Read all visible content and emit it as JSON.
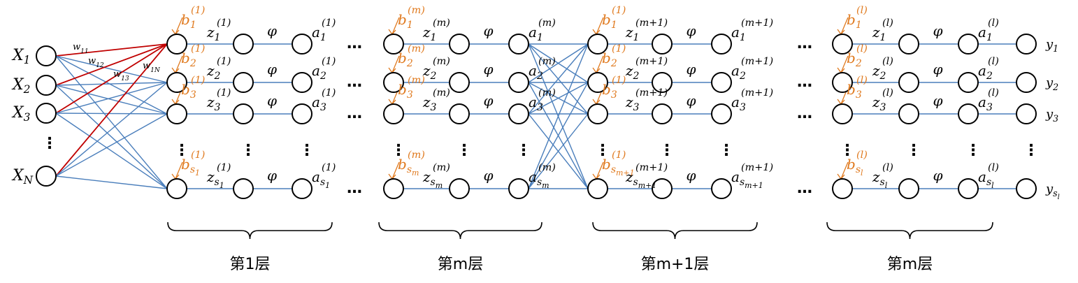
{
  "input_labels": [
    {
      "base": "X",
      "sub": "1"
    },
    {
      "base": "X",
      "sub": "2"
    },
    {
      "base": "X",
      "sub": "3"
    },
    {
      "base": "X",
      "sub": "N"
    }
  ],
  "weight_labels": [
    "w",
    "w",
    "w",
    "w"
  ],
  "weight_subs": [
    "11",
    "12",
    "13",
    "1N"
  ],
  "activation": "φ",
  "layers": [
    {
      "sup": "(1)",
      "bias": [
        {
          "sub": "1"
        },
        {
          "sub": "2"
        },
        {
          "sub": "3"
        },
        {
          "sub": "s",
          "subsub": "1"
        }
      ],
      "z": [
        {
          "sub": "1"
        },
        {
          "sub": "2"
        },
        {
          "sub": "3"
        },
        {
          "sub": "s",
          "subsub": "1"
        }
      ],
      "a": [
        {
          "sub": "1"
        },
        {
          "sub": "2"
        },
        {
          "sub": "3"
        },
        {
          "sub": "s",
          "subsub": "1"
        }
      ]
    },
    {
      "sup": "(m)",
      "bias": [
        {
          "sub": "1"
        },
        {
          "sub": "2"
        },
        {
          "sub": "3"
        },
        {
          "sub": "s",
          "subsub": "m"
        }
      ],
      "z": [
        {
          "sub": "1"
        },
        {
          "sub": "2"
        },
        {
          "sub": "3"
        },
        {
          "sub": "s",
          "subsub": "m"
        }
      ],
      "a": [
        {
          "sub": "1"
        },
        {
          "sub": "2"
        },
        {
          "sub": "3"
        },
        {
          "sub": "s",
          "subsub": "m"
        }
      ]
    },
    {
      "sup": "(m+1)",
      "bias_sup": "(1)",
      "bias": [
        {
          "sub": "1"
        },
        {
          "sub": "2"
        },
        {
          "sub": "3"
        },
        {
          "sub": "s",
          "subsub": "m+1"
        }
      ],
      "z": [
        {
          "sub": "1"
        },
        {
          "sub": "2"
        },
        {
          "sub": "3"
        },
        {
          "sub": "s",
          "subsub": "m+1"
        }
      ],
      "a": [
        {
          "sub": "1"
        },
        {
          "sub": "2"
        },
        {
          "sub": "3"
        },
        {
          "sub": "s",
          "subsub": "m+1"
        }
      ]
    },
    {
      "sup": "(l)",
      "bias": [
        {
          "sub": "1"
        },
        {
          "sub": "2"
        },
        {
          "sub": "3"
        },
        {
          "sub": "s",
          "subsub": "l"
        }
      ],
      "z": [
        {
          "sub": "1"
        },
        {
          "sub": "2"
        },
        {
          "sub": "3"
        },
        {
          "sub": "s",
          "subsub": "l"
        }
      ],
      "a": [
        {
          "sub": "1"
        },
        {
          "sub": "2"
        },
        {
          "sub": "3"
        },
        {
          "sub": "s",
          "subsub": "l"
        }
      ]
    }
  ],
  "output_labels": [
    {
      "base": "y",
      "sub": "1"
    },
    {
      "base": "y",
      "sub": "2"
    },
    {
      "base": "y",
      "sub": "3"
    },
    {
      "base": "y",
      "sub": "s",
      "subsub": "l"
    }
  ],
  "layer_titles": [
    "第1层",
    "第m层",
    "第m+1层",
    "第m层"
  ],
  "ellipsis": "…",
  "vdots": "⋮",
  "colors": {
    "edge": "#4a7ebb",
    "highlight": "#c00000",
    "bias": "#e07a1f"
  }
}
